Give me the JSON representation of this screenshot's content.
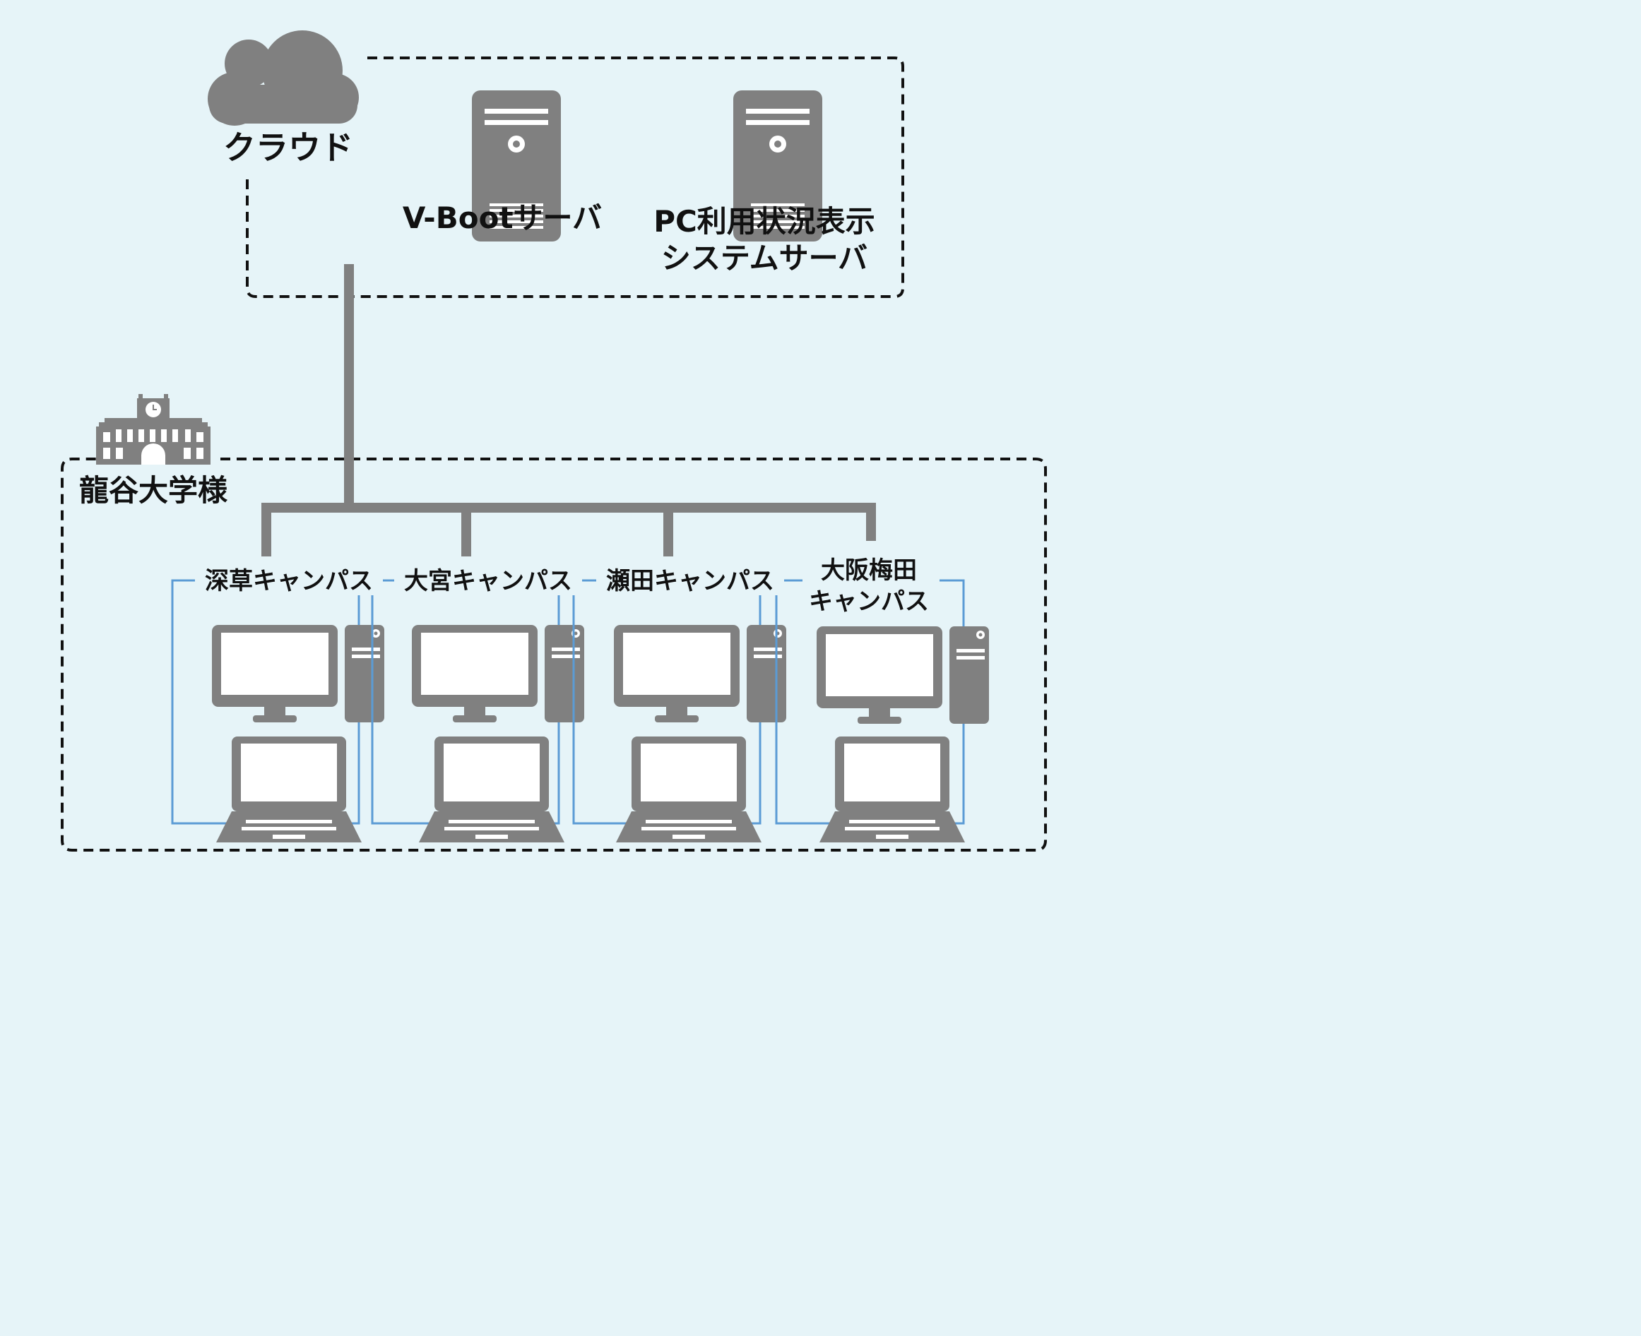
{
  "cloud": {
    "label": "クラウド",
    "icon": "cloud-icon"
  },
  "servers": [
    {
      "label_lines": [
        "V-Bootサーバ"
      ],
      "icon": "server-icon"
    },
    {
      "label_lines": [
        "PC利用状況表示",
        "システムサーバ"
      ],
      "icon": "server-icon"
    }
  ],
  "university": {
    "label": "龍谷大学様",
    "icon": "university-building-icon"
  },
  "campuses": [
    {
      "label_lines": [
        "深草キャンパス"
      ],
      "devices": [
        "desktop-pc-icon",
        "laptop-icon"
      ]
    },
    {
      "label_lines": [
        "大宮キャンパス"
      ],
      "devices": [
        "desktop-pc-icon",
        "laptop-icon"
      ]
    },
    {
      "label_lines": [
        "瀬田キャンパス"
      ],
      "devices": [
        "desktop-pc-icon",
        "laptop-icon"
      ]
    },
    {
      "label_lines": [
        "大阪梅田",
        "キャンパス"
      ],
      "devices": [
        "desktop-pc-icon",
        "laptop-icon"
      ]
    }
  ],
  "colors": {
    "background": "#e6f4f8",
    "icon_gray": "#808080",
    "campus_border": "#5b9bd5",
    "dashed_border": "#111111",
    "screen_white": "#ffffff"
  }
}
